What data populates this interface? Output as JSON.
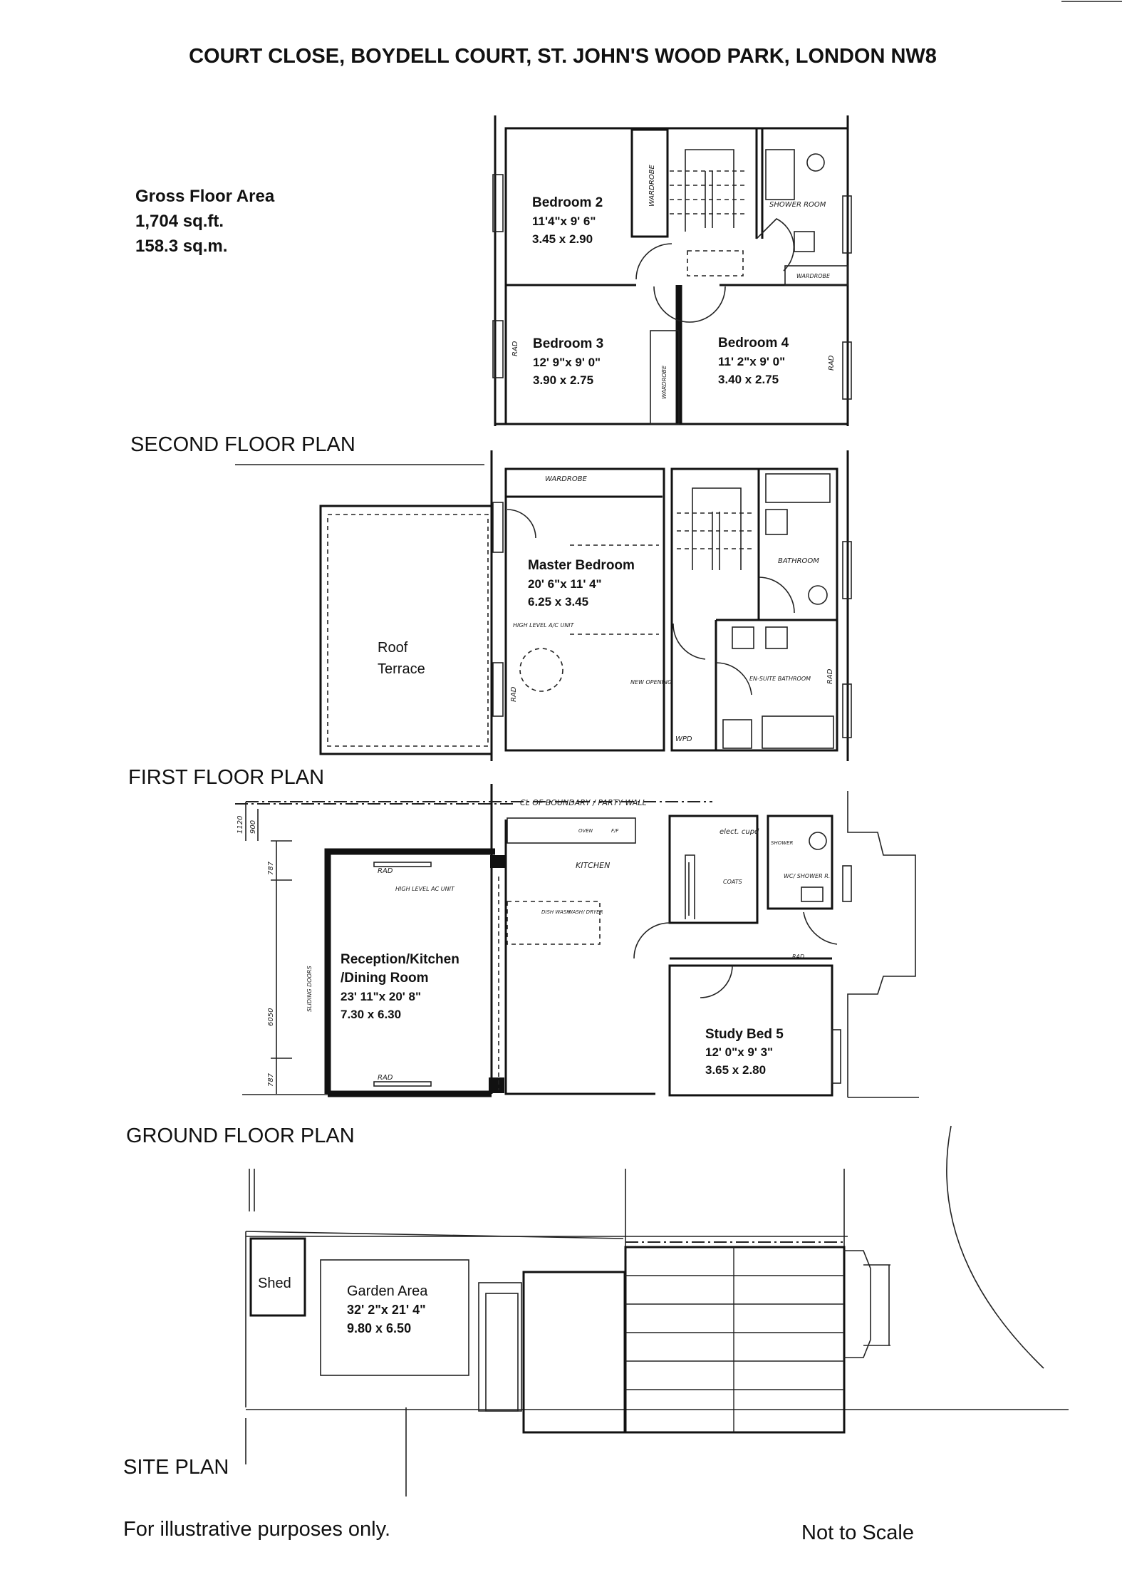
{
  "title": "COURT CLOSE, BOYDELL COURT, ST. JOHN'S WOOD PARK, LONDON NW8",
  "gross_floor_area": {
    "label": "Gross Floor Area",
    "sqft": "1,704 sq.ft.",
    "sqm": "158.3 sq.m."
  },
  "second_floor": {
    "label": "SECOND FLOOR PLAN",
    "rooms": [
      {
        "name": "Bedroom 2",
        "imperial": "11'4\"x 9' 6\"",
        "metric": "3.45 x 2.90"
      },
      {
        "name": "Bedroom 3",
        "imperial": "12' 9\"x 9' 0\"",
        "metric": "3.90 x 2.75"
      },
      {
        "name": "Bedroom 4",
        "imperial": "11' 2\"x 9' 0\"",
        "metric": "3.40 x 2.75"
      }
    ],
    "notes": [
      "WARDROBE",
      "SHOWER ROOM",
      "WARDROBE",
      "WARDROBE",
      "RAD",
      "RAD"
    ]
  },
  "first_floor": {
    "label": "FIRST FLOOR PLAN",
    "rooms": [
      {
        "name": "Master Bedroom",
        "imperial": "20' 6\"x 11' 4\"",
        "metric": "6.25 x 3.45"
      },
      {
        "name": "Roof",
        "name2": "Terrace"
      }
    ],
    "notes": [
      "WARDROBE",
      "HIGH LEVEL A/C UNIT",
      "NEW OPENING",
      "BATHROOM",
      "EN-SUITE BATHROOM",
      "WPD",
      "RAD",
      "RAD"
    ]
  },
  "ground_floor": {
    "label": "GROUND FLOOR PLAN",
    "rooms": [
      {
        "name": "Reception/Kitchen",
        "name2": "/Dining Room",
        "imperial": "23' 11\"x 20' 8\"",
        "metric": "7.30 x 6.30"
      },
      {
        "name": "Study Bed 5",
        "imperial": "12' 0\"x 9' 3\"",
        "metric": "3.65 x 2.80"
      }
    ],
    "notes": [
      "CL OF BOUNDARY / PARTY WALL",
      "KITCHEN",
      "HIGH LEVEL AC UNIT",
      "RAD",
      "RAD",
      "elect. cupd",
      "COATS",
      "SHOWER",
      "WC/ SHOWER R.",
      "RAD",
      "SLIDING DOORS",
      "DISH WASH",
      "WASH/ DRYER",
      "OVEN",
      "F/F"
    ],
    "dimensions": [
      "1120",
      "900",
      "787",
      "6050",
      "787"
    ]
  },
  "site_plan": {
    "label": "SITE PLAN",
    "shed": "Shed",
    "garden": {
      "name": "Garden Area",
      "imperial": "32' 2\"x 21' 4\"",
      "metric": "9.80 x 6.50"
    }
  },
  "footer": {
    "disclaimer": "For illustrative purposes only.",
    "scale": "Not to Scale"
  }
}
